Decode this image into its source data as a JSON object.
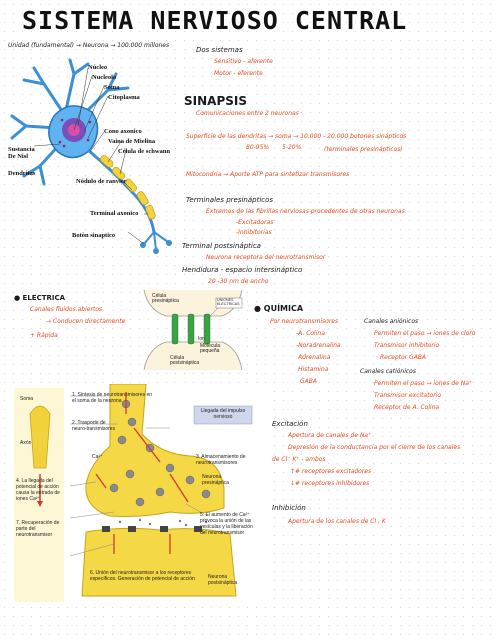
{
  "title": "SISTEMA NERVIOSO CENTRAL",
  "unit_line": "Unidad (fundamental) → Neurona → 100.000 millones",
  "neuron_labels": {
    "nucleo": "Núcleo",
    "nucleolo": "Nucleolo",
    "soma": "Soma",
    "citoplasma": "Citoplasma",
    "sustancia": "Sustancia De Nisl",
    "dendritas": "Dendritas",
    "cono_axonico": "Cono axonico",
    "vaina": "Vaina de Mielina",
    "schwann": "Célula de schwann",
    "ranvier": "Nódulo de ranvier",
    "terminal": "Terminal axonico",
    "boton": "Botón sinaptico"
  },
  "dos_sistemas": {
    "heading": "Dos sistemas",
    "items": [
      "Sensitivo - aferente",
      "Motor - eferente"
    ]
  },
  "sinapsis": {
    "heading": "SINAPSIS",
    "comunicaciones": "Comunicaciones entre 2 neuronas",
    "superficie_line1": "Superficie de las dendritas → soma → 10.000 - 20.000 botones sinápticos",
    "superficie_line2_a": "80-95%",
    "superficie_line2_b": "5-20%",
    "superficie_line2_c": "(terminales presinápticos)",
    "mitocondria": "Mitocondria → Aporte ATP para sintetizar transmisores"
  },
  "terminales": {
    "heading": "Terminales presinápticos",
    "line1": "Extremos de las fibrillas nerviosas procedentes de otras neuronas",
    "items": [
      "-Excitadoras",
      "-Inhibitorias"
    ]
  },
  "terminal_post": {
    "heading": "Terminal postsináptica",
    "line": "Neurona receptora del neurotransmisor"
  },
  "hendidura": {
    "heading": "Hendidura - espacio intersináptico",
    "line": "20 -30 nm de ancho"
  },
  "electrica": {
    "heading": "ELECTRICA",
    "line1": "Canales fluidos abiertos",
    "line2": "→ Conducen directamente",
    "line3": "+ Rápida"
  },
  "synapse_diagram": {
    "presinaptica": "Célula presináptica",
    "uniones": "UNIONES ELÉCTRICAS",
    "ion": "Ion",
    "molecula": "Molécula pequeña",
    "postsinaptica": "Célula postsináptica"
  },
  "quimica": {
    "heading": "QUÍMICA",
    "line1": "Por neurotransmisores",
    "items": [
      "-A. Colina",
      "-Noradrenalina",
      "Adrenalina",
      "Histamina",
      "GABA"
    ]
  },
  "canales_anionicos": {
    "heading": "Canales aniónicos",
    "items": [
      "Permiten el paso → iones de cloro",
      "Transmisor inhibitorio",
      "Receptor GABA"
    ]
  },
  "canales_cationicos": {
    "heading": "Canales catiónicos",
    "items": [
      "Permiten el paso → iones de Na⁺",
      "Transmisor excitatorio",
      "Receptor de A. Colina"
    ]
  },
  "excitacion": {
    "heading": "Excitación",
    "line1": "Apertura de canales de Na⁺",
    "line2": "Depresión de la conductancia por el cierre de los canales",
    "line3": "de Cl⁻ K⁺ - ambos",
    "line4": "↑# receptores excitadores",
    "line5": "↓# receptores inhibidores"
  },
  "inhibicion": {
    "heading": "Inhibición",
    "line1": "Apertura de los canales de Cl , K"
  },
  "diagram_bottom": {
    "soma": "Soma",
    "axon": "Axón",
    "step1": "1. Síntesis de neurotransmisores en el soma de la neurona",
    "step2": "2. Trasporte de neuro-transmisores",
    "llegada": "Llegada del impulso nervioso",
    "step3": "3. Almacenamiento de neurotransmisores",
    "ca": "Ca²⁺",
    "neurona_pre": "Neurona presináptica",
    "step4": "4. La llegada del potencial de acción causa la entrada de iones Ca²⁺",
    "step5": "5. El aumento de Ca²⁺ provoca la unión de las vesículas y la liberación del neurotransmisor",
    "step7": "7. Recuperación de parte del neurotransmisor",
    "step6": "6. Unión del neurotransmisor a los receptores específicos. Generación de potencial de acción",
    "neurona_post": "Neurona postsináptica"
  }
}
